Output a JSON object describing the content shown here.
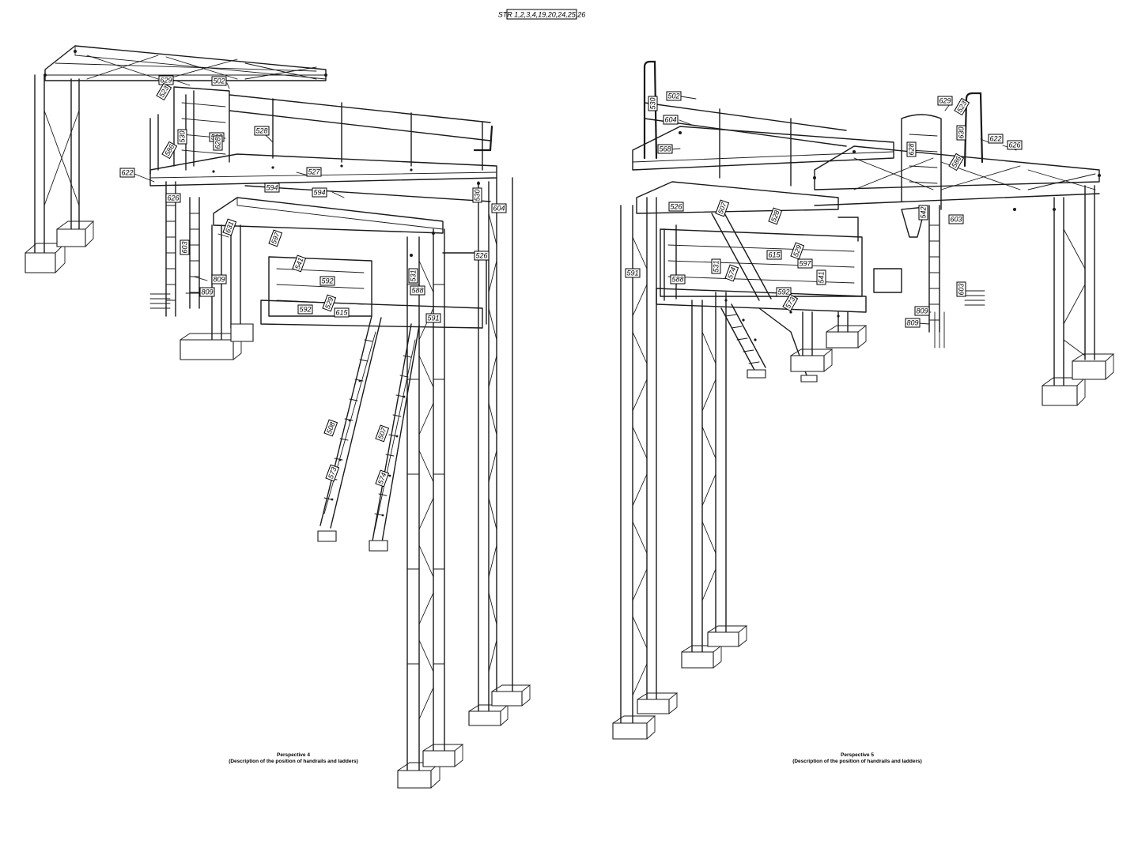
{
  "sheet_title": "STR 1,2,3,4,19,20,24,25,26",
  "captions": {
    "left_title": "Perspective 4",
    "left_subtitle": "(Description of the position of handrails and ladders)",
    "right_title": "Perspective 5",
    "right_subtitle": "(Description of the position of handrails and ladders)"
  },
  "left_tags": [
    {
      "id": "l1",
      "label": "629"
    },
    {
      "id": "l2",
      "label": "502"
    },
    {
      "id": "l3",
      "label": "523"
    },
    {
      "id": "l4",
      "label": "528"
    },
    {
      "id": "l5",
      "label": "568"
    },
    {
      "id": "l6",
      "label": "628"
    },
    {
      "id": "l7",
      "label": "530"
    },
    {
      "id": "l8",
      "label": "586"
    },
    {
      "id": "l9",
      "label": "622"
    },
    {
      "id": "l10",
      "label": "527"
    },
    {
      "id": "l11",
      "label": "626"
    },
    {
      "id": "l12",
      "label": "594"
    },
    {
      "id": "l13",
      "label": "594"
    },
    {
      "id": "l14",
      "label": "530"
    },
    {
      "id": "l15",
      "label": "604"
    },
    {
      "id": "l16",
      "label": "603"
    },
    {
      "id": "l17",
      "label": "631"
    },
    {
      "id": "l18",
      "label": "597"
    },
    {
      "id": "l19",
      "label": "526"
    },
    {
      "id": "l20",
      "label": "809"
    },
    {
      "id": "l21",
      "label": "809"
    },
    {
      "id": "l22",
      "label": "541"
    },
    {
      "id": "l23",
      "label": "592"
    },
    {
      "id": "l24",
      "label": "531"
    },
    {
      "id": "l25",
      "label": "588"
    },
    {
      "id": "l26",
      "label": "592"
    },
    {
      "id": "l27",
      "label": "529"
    },
    {
      "id": "l28",
      "label": "615"
    },
    {
      "id": "l29",
      "label": "591"
    },
    {
      "id": "l30",
      "label": "508"
    },
    {
      "id": "l31",
      "label": "507"
    },
    {
      "id": "l32",
      "label": "573"
    },
    {
      "id": "l33",
      "label": "574"
    }
  ],
  "right_tags": [
    {
      "id": "r1",
      "label": "502"
    },
    {
      "id": "r2",
      "label": "530"
    },
    {
      "id": "r3",
      "label": "604"
    },
    {
      "id": "r4",
      "label": "568"
    },
    {
      "id": "r5",
      "label": "629"
    },
    {
      "id": "r6",
      "label": "523"
    },
    {
      "id": "r7",
      "label": "630"
    },
    {
      "id": "r8",
      "label": "622"
    },
    {
      "id": "r9",
      "label": "626"
    },
    {
      "id": "r10",
      "label": "628"
    },
    {
      "id": "r11",
      "label": "586"
    },
    {
      "id": "r12",
      "label": "526"
    },
    {
      "id": "r13",
      "label": "507"
    },
    {
      "id": "r14",
      "label": "528"
    },
    {
      "id": "r15",
      "label": "542"
    },
    {
      "id": "r16",
      "label": "603"
    },
    {
      "id": "r17",
      "label": "615"
    },
    {
      "id": "r18",
      "label": "529"
    },
    {
      "id": "r19",
      "label": "597"
    },
    {
      "id": "r20",
      "label": "591"
    },
    {
      "id": "r21",
      "label": "588"
    },
    {
      "id": "r22",
      "label": "531"
    },
    {
      "id": "r23",
      "label": "574"
    },
    {
      "id": "r24",
      "label": "541"
    },
    {
      "id": "r25",
      "label": "592"
    },
    {
      "id": "r26",
      "label": "573"
    },
    {
      "id": "r27",
      "label": "809"
    },
    {
      "id": "r28",
      "label": "809"
    },
    {
      "id": "r29",
      "label": "603"
    }
  ]
}
